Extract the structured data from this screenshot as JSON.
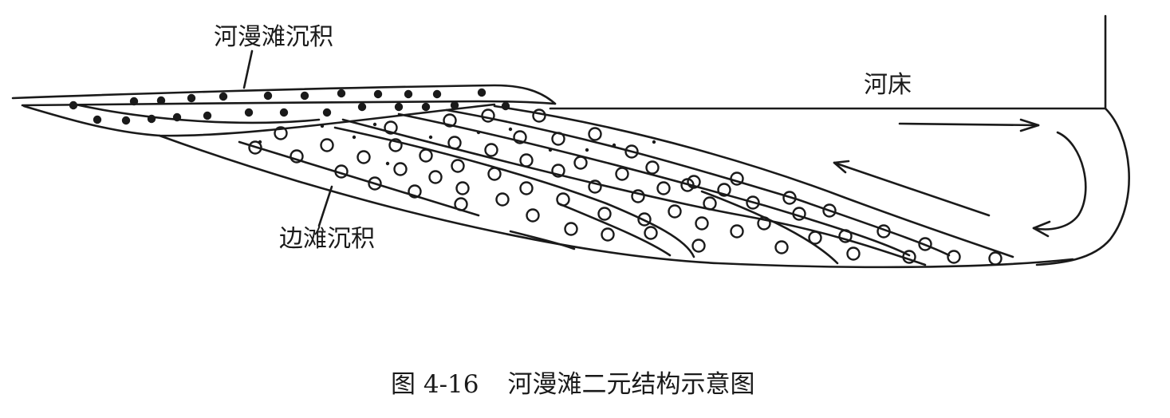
{
  "labels": {
    "floodplain_deposit": "河漫滩沉积",
    "point_bar_deposit": "边滩沉积",
    "riverbed": "河床"
  },
  "caption": {
    "number": "图 4-16",
    "title": "河漫滩二元结构示意图"
  },
  "colors": {
    "ink": "#1a1a1a",
    "background": "#ffffff"
  },
  "icons": [
    "flow-arrow-right",
    "flow-arrow-upleft",
    "flow-arrow-curved"
  ]
}
